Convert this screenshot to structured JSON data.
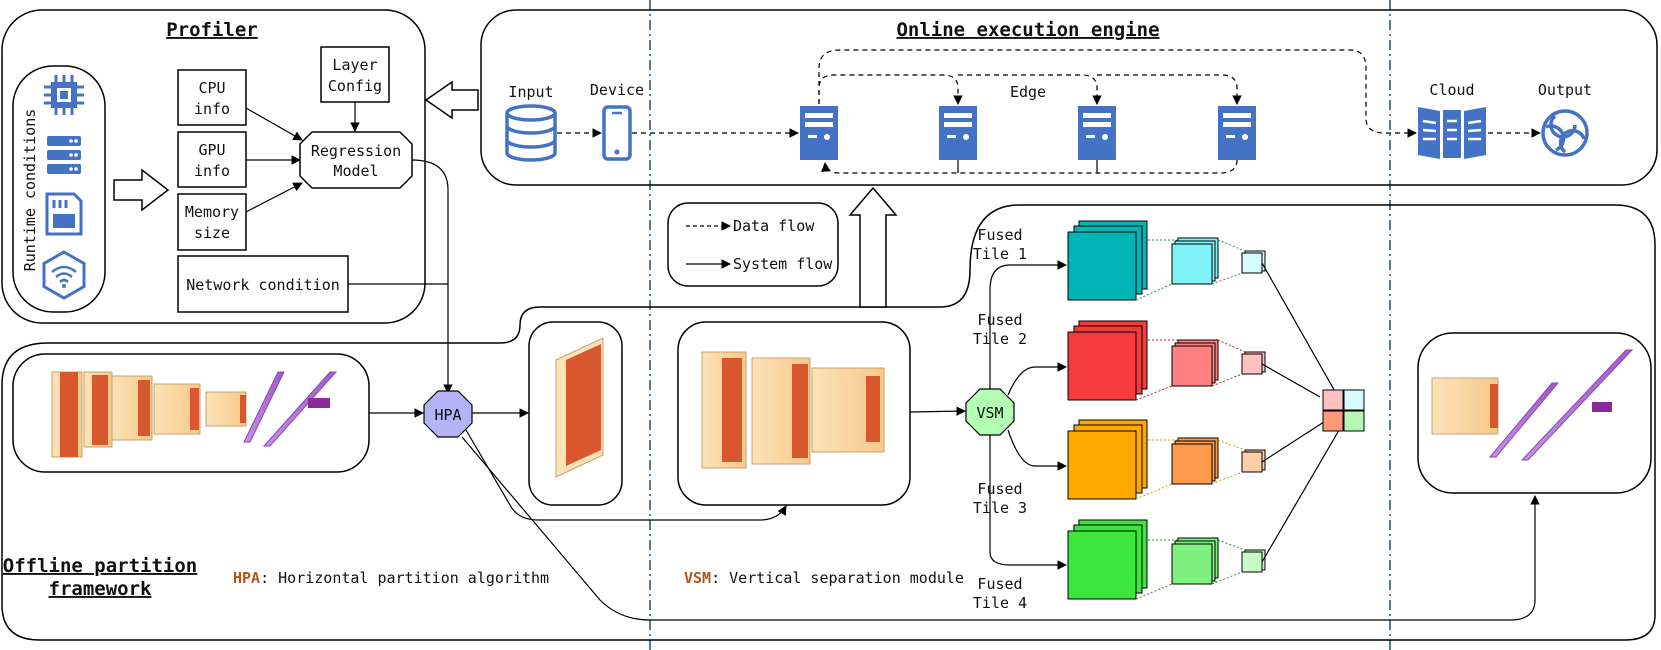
{
  "profiler": {
    "title": "Profiler",
    "runtime_label": "Runtime conditions",
    "runtime_icons": [
      "cpu-icon",
      "server-icon",
      "memory-card-icon",
      "wifi-icon"
    ],
    "cpu_info": [
      "CPU",
      "info"
    ],
    "gpu_info": [
      "GPU",
      "info"
    ],
    "memory_size": [
      "Memory",
      "size"
    ],
    "layer_config": [
      "Layer",
      "Config"
    ],
    "regression_model": [
      "Regression",
      "Model"
    ],
    "network_condition": "Network condition"
  },
  "engine": {
    "title": "Online execution engine",
    "input": "Input",
    "device": "Device",
    "edge": "Edge",
    "cloud": "Cloud",
    "output": "Output"
  },
  "legend": {
    "data_flow": "Data flow",
    "system_flow": "System flow"
  },
  "framework": {
    "title_lines": [
      "Offline partition",
      "framework"
    ],
    "hpa_node": "HPA",
    "vsm_node": "VSM",
    "hpa_abbr": "HPA",
    "hpa_desc": ": Horizontal partition algorithm",
    "vsm_abbr": "VSM",
    "vsm_desc": ": Vertical separation module",
    "tiles": [
      {
        "line1": "Fused",
        "line2": "Tile 1",
        "color": "#00b5b5",
        "small_color": "#7ff3f7",
        "tiny_color": "#d6fbfd",
        "dot_color": "#2e8b57"
      },
      {
        "line1": "Fused",
        "line2": "Tile 2",
        "color": "#f53c3c",
        "small_color": "#ff8080",
        "tiny_color": "#ffc0c0",
        "dot_color": "#b22222"
      },
      {
        "line1": "Fused",
        "line2": "Tile 3",
        "color": "#ffa800",
        "small_color": "#ff9a4d",
        "tiny_color": "#ffd0a8",
        "dot_color": "#c8a000"
      },
      {
        "line1": "Fused",
        "line2": "Tile 4",
        "color": "#3ce63c",
        "small_color": "#7df07d",
        "tiny_color": "#c8fac8",
        "dot_color": "#2e8b2e"
      }
    ]
  },
  "colors": {
    "accent_blue": "#4472c4",
    "hpa_fill": "#b3b3f5",
    "vsm_fill": "#b3ffb3",
    "separator": "#1f4e79"
  }
}
